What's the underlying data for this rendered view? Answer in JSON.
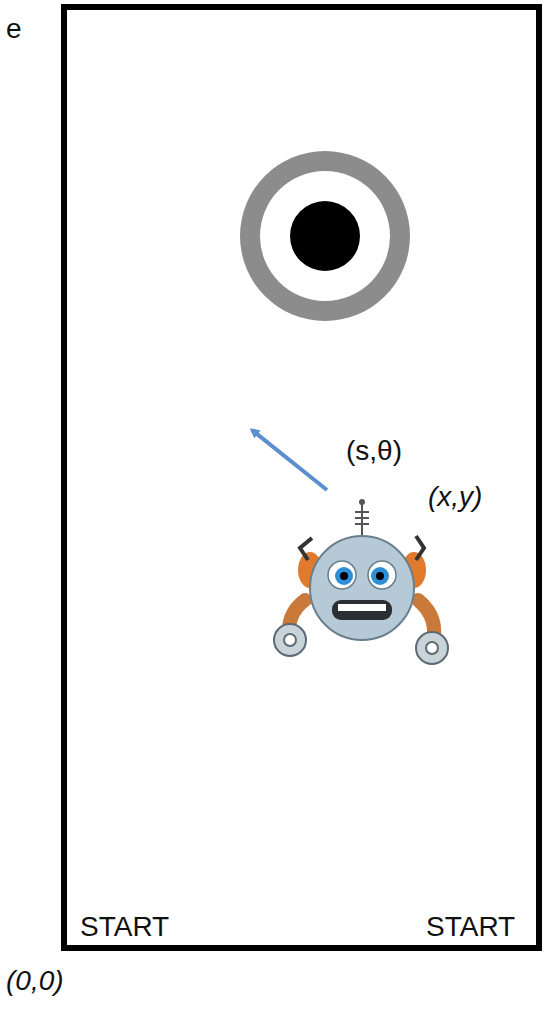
{
  "diagram": {
    "labels": [
      "e",
      "(s,θ)",
      "(x,y)",
      "START",
      "START",
      "(0,0)"
    ]
  }
}
